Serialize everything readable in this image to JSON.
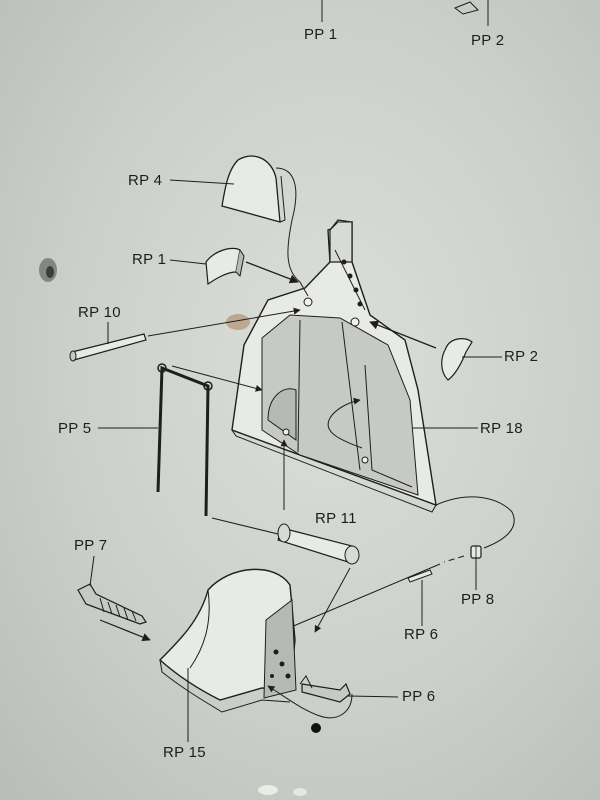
{
  "labels": {
    "pp1": "PP 1",
    "pp2": "PP 2",
    "rp4": "RP 4",
    "rp1": "RP 1",
    "rp2": "RP 2",
    "rp10": "RP 10",
    "pp5": "PP 5",
    "rp18": "RP 18",
    "rp11": "RP 11",
    "pp7": "PP 7",
    "pp8": "PP 8",
    "rp6": "RP 6",
    "pp6": "PP 6",
    "rp15": "RP 15"
  },
  "colors": {
    "paper": "#d3d7d1",
    "ink": "#1e1e1e",
    "part_fill": "#e8eae5",
    "part_shade": "#9a9e98"
  }
}
